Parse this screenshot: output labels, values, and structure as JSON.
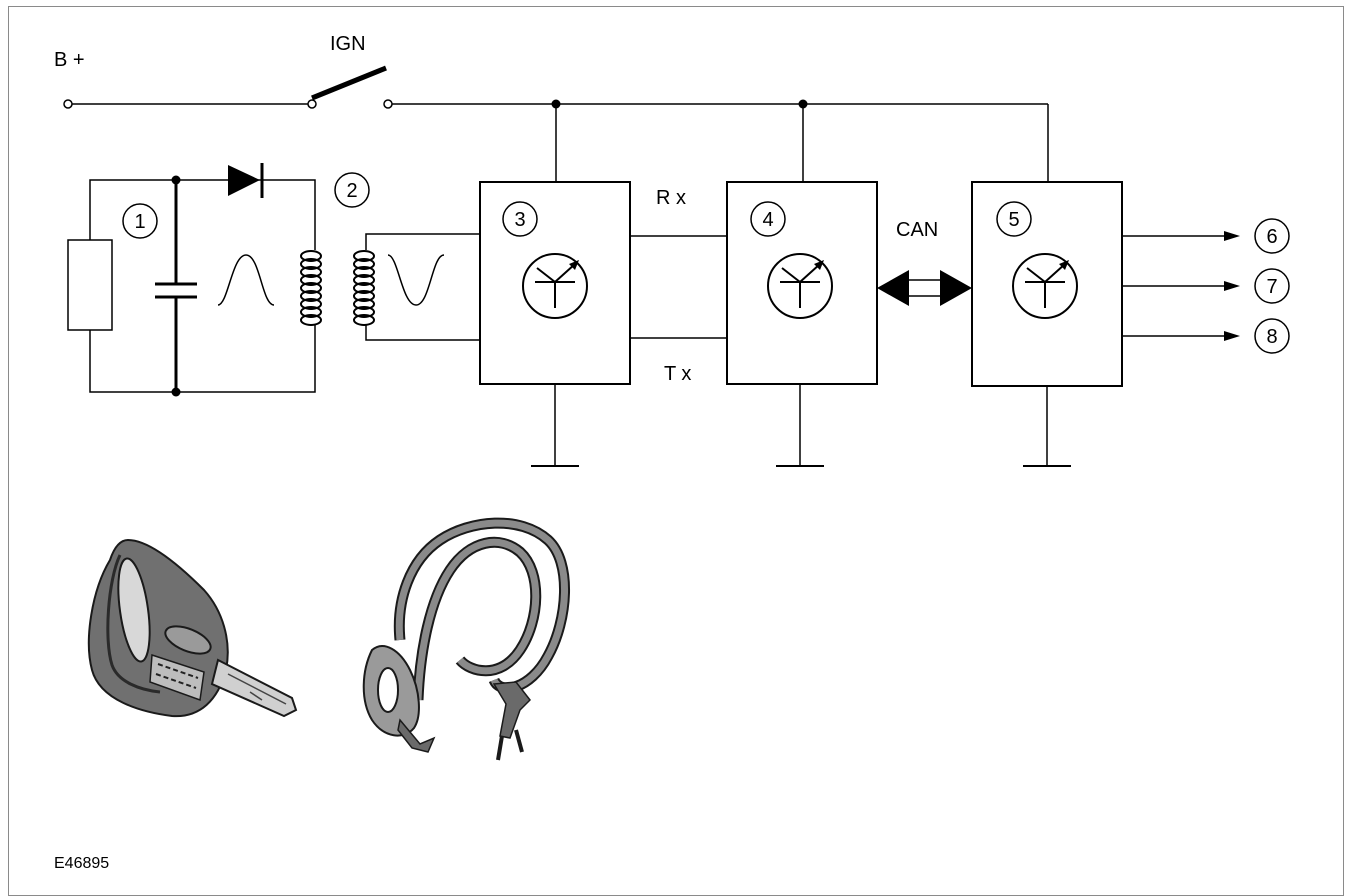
{
  "labels": {
    "battery": "B +",
    "ignition": "IGN",
    "rx": "R x",
    "tx": "T x",
    "can": "CAN",
    "figure_id": "E46895"
  },
  "callouts": [
    "1",
    "2",
    "3",
    "4",
    "5",
    "6",
    "7",
    "8"
  ],
  "icons": {
    "key": "transponder-key-icon",
    "antenna": "antenna-coil-harness-icon",
    "transistor": "transistor-symbol-icon"
  }
}
